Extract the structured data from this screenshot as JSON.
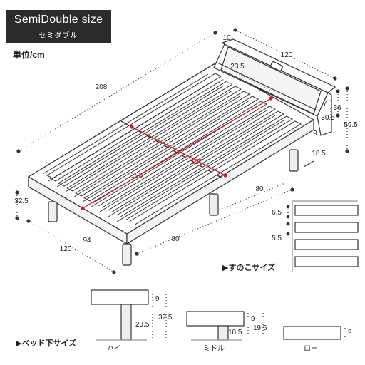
{
  "title": {
    "main": "SemiDouble size",
    "sub": "セミダブル"
  },
  "unit_label": "単位/cm",
  "dimensions": {
    "total_length": "208",
    "headboard_depth": "10",
    "headboard_width": "120",
    "shelf_depth": "23.5",
    "shelf_board": "7",
    "headboard_above_frame": "36",
    "headboard_top_height": "30.5",
    "headboard_total_height": "59.5",
    "headboard_thickness": "9",
    "leg_offset": "18.5",
    "mattress_length": "198",
    "mattress_width": "120",
    "frame_height": "32.5",
    "half_frame_length_right": "80",
    "foot_width_inner": "94",
    "foot_width_outer": "120",
    "half_frame_length_left": "80"
  },
  "slats": {
    "caption": "▶すのこサイズ",
    "slat_width": "6.5",
    "slat_gap": "5.5"
  },
  "under_bed": {
    "caption": "▶ベッド下サイズ",
    "high": {
      "label": "ハイ",
      "frame": "9",
      "clearance": "23.5",
      "total": "32.5"
    },
    "middle": {
      "label": "ミドル",
      "frame": "9",
      "clearance": "10.5",
      "total": "19.5"
    },
    "low": {
      "label": "ロー",
      "frame": "9"
    }
  },
  "colors": {
    "line": "#333333",
    "accent": "#c0202a",
    "title_bg": "#2b2b2b"
  }
}
